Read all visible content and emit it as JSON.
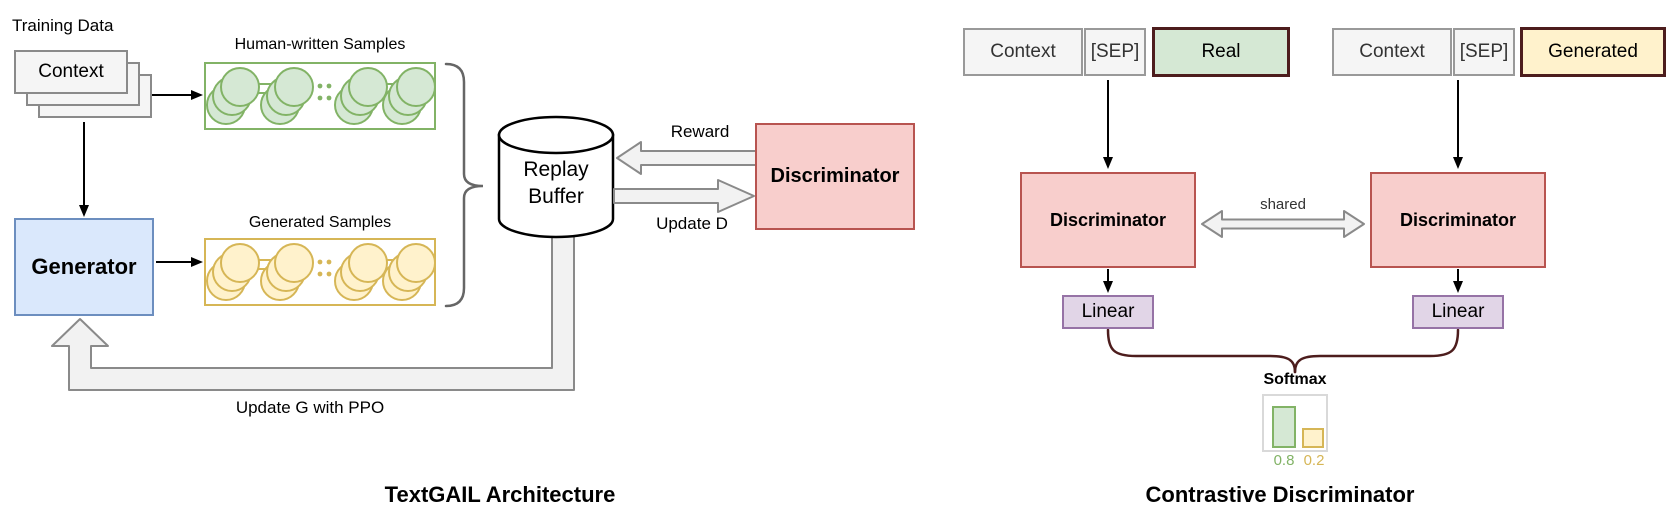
{
  "left": {
    "title": "TextGAIL Architecture",
    "training_data": "Training Data",
    "context": "Context",
    "human_samples": "Human-written Samples",
    "generated_samples": "Generated Samples",
    "generator": "Generator",
    "replay_buffer": {
      "line1": "Replay",
      "line2": "Buffer"
    },
    "reward": "Reward",
    "update_d": "Update D",
    "discriminator": "Discriminator",
    "update_g": "Update G with PPO"
  },
  "right": {
    "title": "Contrastive Discriminator",
    "real_row": {
      "context": "Context",
      "sep": "[SEP]",
      "tag": "Real"
    },
    "gen_row": {
      "context": "Context",
      "sep": "[SEP]",
      "tag": "Generated"
    },
    "disc_left": "Discriminator",
    "disc_right": "Discriminator",
    "shared": "shared",
    "linear_left": "Linear",
    "linear_right": "Linear",
    "softmax": {
      "label": "Softmax",
      "chart_data": {
        "type": "bar",
        "categories": [
          "Real",
          "Generated"
        ],
        "values": [
          0.8,
          0.2
        ],
        "labels": [
          "0.8",
          "0.2"
        ]
      }
    }
  },
  "colors": {
    "green_fill": "#d5e8d4",
    "green_stroke": "#82b366",
    "yellow_fill": "#fff2cc",
    "yellow_stroke": "#d6b656",
    "blue_fill": "#dae8fc",
    "blue_stroke": "#6c8ebf",
    "red_fill": "#f8cecc",
    "red_stroke": "#b85450",
    "purple_fill": "#e1d5e7",
    "purple_stroke": "#9673a6",
    "dark_maroon": "#4d1d1d",
    "gray_fill": "#f5f5f5",
    "hollow_arrow_fill": "#f2f2f2",
    "hollow_arrow_stroke": "#8a8a8a"
  }
}
